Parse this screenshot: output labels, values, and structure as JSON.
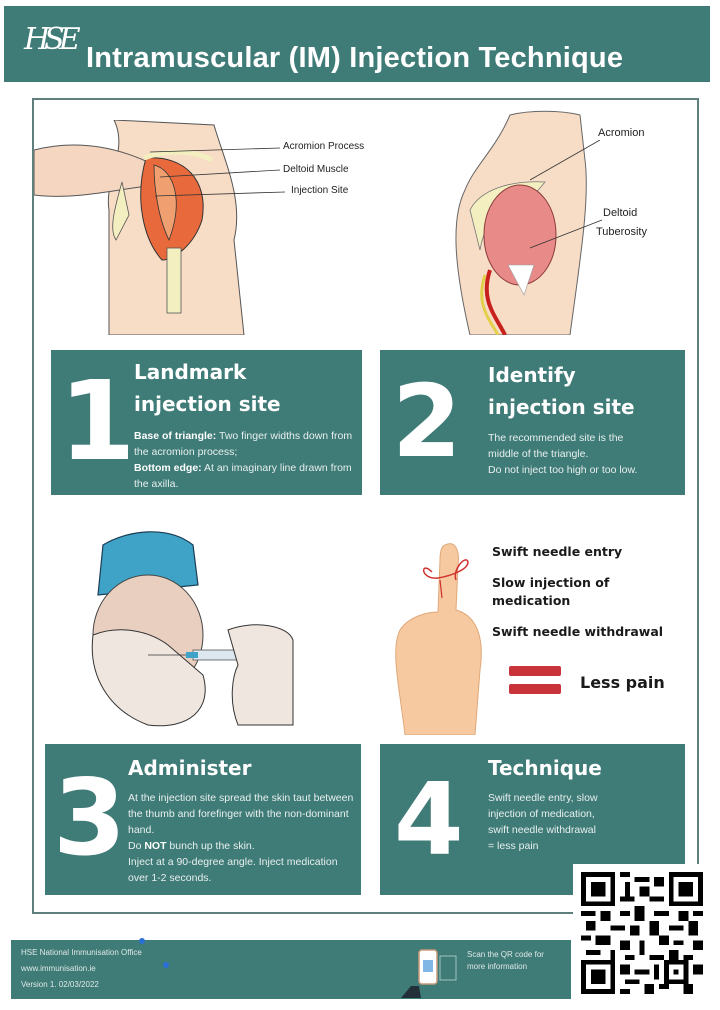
{
  "header": {
    "logo": "HSE",
    "title": "Intramuscular (IM) Injection Technique"
  },
  "diagrams": {
    "left": {
      "labels": [
        "Acromion Process",
        "Deltoid Muscle",
        "Injection Site"
      ]
    },
    "right": {
      "labels": [
        "Acromion",
        "Deltoid",
        "Tuberosity"
      ]
    }
  },
  "steps": [
    {
      "number": "1",
      "heading_line1": "Landmark",
      "heading_line2": "injection site",
      "body": [
        {
          "bold": "Base of triangle:",
          "text": " Two finger widths down from the acromion process;"
        },
        {
          "bold": "Bottom edge:",
          "text": " At an imaginary line drawn from the axilla."
        }
      ]
    },
    {
      "number": "2",
      "heading_line1": "Identify",
      "heading_line2": "injection site",
      "body_lines": [
        "The recommended site is the",
        "middle of the triangle.",
        "Do not inject too high or too low."
      ]
    },
    {
      "number": "3",
      "heading_line1": "Administer",
      "body_line1": "At the injection site spread the skin taut between the thumb and forefinger with the non-dominant hand.",
      "body_do": "Do ",
      "body_not": "NOT",
      "body_rest": " bunch up the skin.",
      "body_line3": "Inject at a 90-degree angle. Inject medication over 1-2 seconds."
    },
    {
      "number": "4",
      "heading_line1": "Technique",
      "body_lines": [
        "Swift needle entry, slow",
        "injection of medication,",
        "swift needle withdrawal",
        "= less pain"
      ]
    }
  ],
  "technique_panel": {
    "items": [
      "Swift needle entry",
      "Slow injection of medication",
      "Swift needle withdrawal"
    ],
    "result": "Less pain",
    "equals_color": "#c8343a"
  },
  "footer": {
    "org": "HSE National Immunisation Office",
    "website": "www.immunisation.ie",
    "version": "Version 1. 02/03/2022",
    "scan_text": "Scan the QR code for more information"
  },
  "colors": {
    "brand_teal": "#3f7b77",
    "frame_border": "#5f7f7c"
  }
}
